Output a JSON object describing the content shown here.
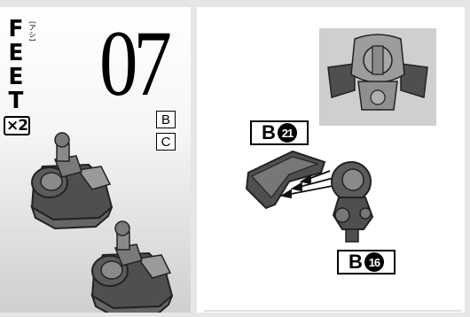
{
  "title": {
    "chars": [
      "F",
      "E",
      "E",
      "T"
    ],
    "ruby": "[アシ]"
  },
  "quantity": "×2",
  "step_number": "07",
  "runners": [
    "B",
    "C"
  ],
  "labels": {
    "part_a": {
      "runner": "B",
      "number": "21"
    },
    "part_b": {
      "runner": "B",
      "number": "16"
    }
  },
  "colors": {
    "part_dark": "#4f4f4f",
    "part_mid": "#7a7a7a",
    "part_light": "#9c9c9c",
    "inset_bg": "#cfcfcf"
  }
}
